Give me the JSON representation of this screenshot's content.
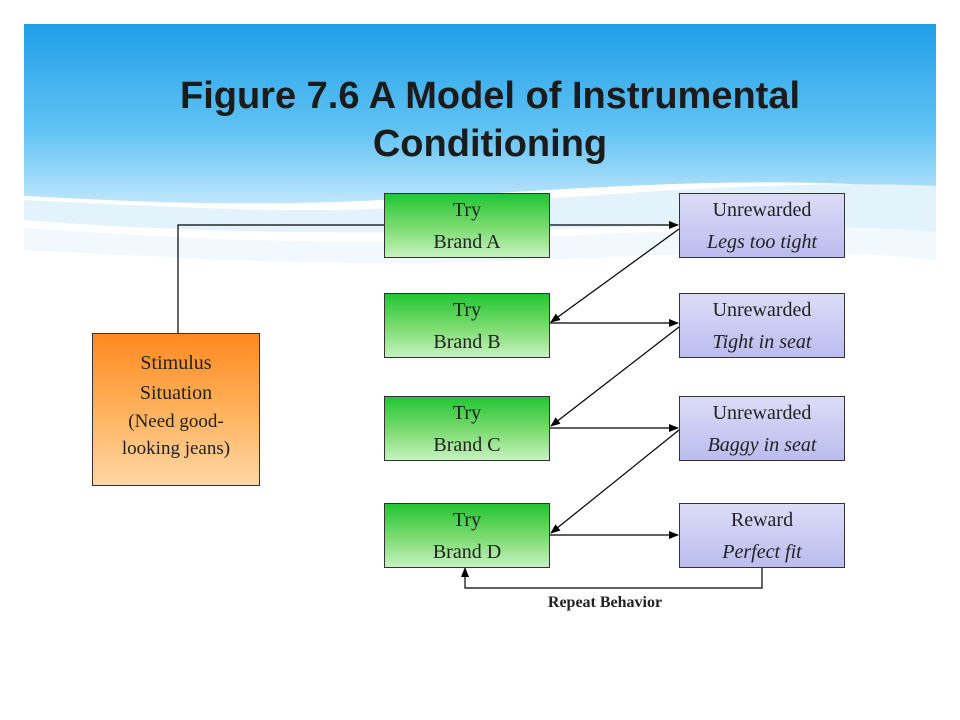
{
  "slide": {
    "title_line1": "Figure 7.6  A Model of Instrumental",
    "title_line2": "Conditioning"
  },
  "stimulus": {
    "line1": "Stimulus",
    "line2": "Situation",
    "line3": "(Need good-",
    "line4": "looking jeans)"
  },
  "trials": [
    {
      "line1": "Try",
      "line2": "Brand A"
    },
    {
      "line1": "Try",
      "line2": "Brand B"
    },
    {
      "line1": "Try",
      "line2": "Brand C"
    },
    {
      "line1": "Try",
      "line2": "Brand D"
    }
  ],
  "outcomes": [
    {
      "line1": "Unrewarded",
      "line2": "Legs too tight"
    },
    {
      "line1": "Unrewarded",
      "line2": "Tight in seat"
    },
    {
      "line1": "Unrewarded",
      "line2": "Baggy in seat"
    },
    {
      "line1": "Reward",
      "line2": "Perfect fit"
    }
  ],
  "repeat_label": "Repeat Behavior",
  "colors": {
    "trial_box": "#22c534",
    "outcome_box": "#bcbcef",
    "stimulus_box": "#ff8a1f",
    "header": "#29a9f0"
  }
}
